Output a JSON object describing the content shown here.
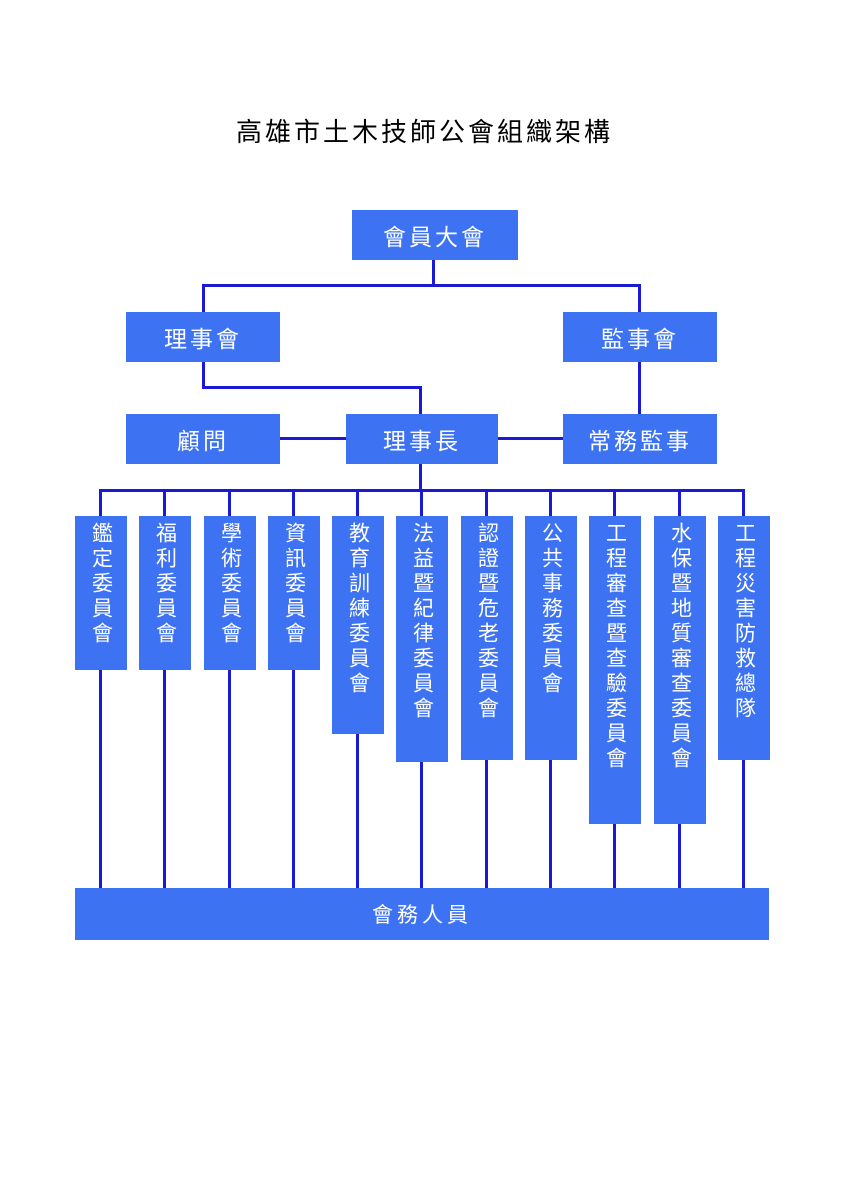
{
  "title": "高雄市土木技師公會組織架構",
  "nodes": {
    "general_assembly": "會員大會",
    "board_of_directors": "理事會",
    "board_of_supervisors": "監事會",
    "advisor": "顧問",
    "chairman": "理事長",
    "standing_supervisor": "常務監事",
    "staff": "會務人員"
  },
  "committees": [
    "鑑定委員會",
    "福利委員會",
    "學術委員會",
    "資訊委員會",
    "教育訓練委員會",
    "法益暨紀律委員會",
    "認證暨危老委員會",
    "公共事務委員會",
    "工程審查暨查驗委員會",
    "水保暨地質審查委員會",
    "工程災害防救總隊"
  ],
  "colors": {
    "box": "#3d73f2",
    "line": "#1a1ad6"
  }
}
